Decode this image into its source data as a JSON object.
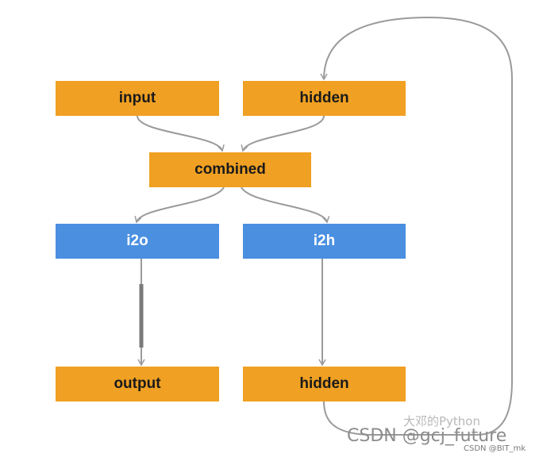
{
  "nodes": {
    "input": "input",
    "hidden_top": "hidden",
    "combined": "combined",
    "i2o": "i2o",
    "i2h": "i2h",
    "output": "output",
    "hidden_bottom": "hidden"
  },
  "colors": {
    "orange": "#f0a023",
    "blue": "#4a8fe0",
    "arrow": "#9a9a9a",
    "thick_arrow": "#7a7a7a"
  },
  "watermark": {
    "top_text": "大邓的Python",
    "main_text": "CSDN @gcj_future",
    "small_text": "CSDN @BIT_mk"
  }
}
